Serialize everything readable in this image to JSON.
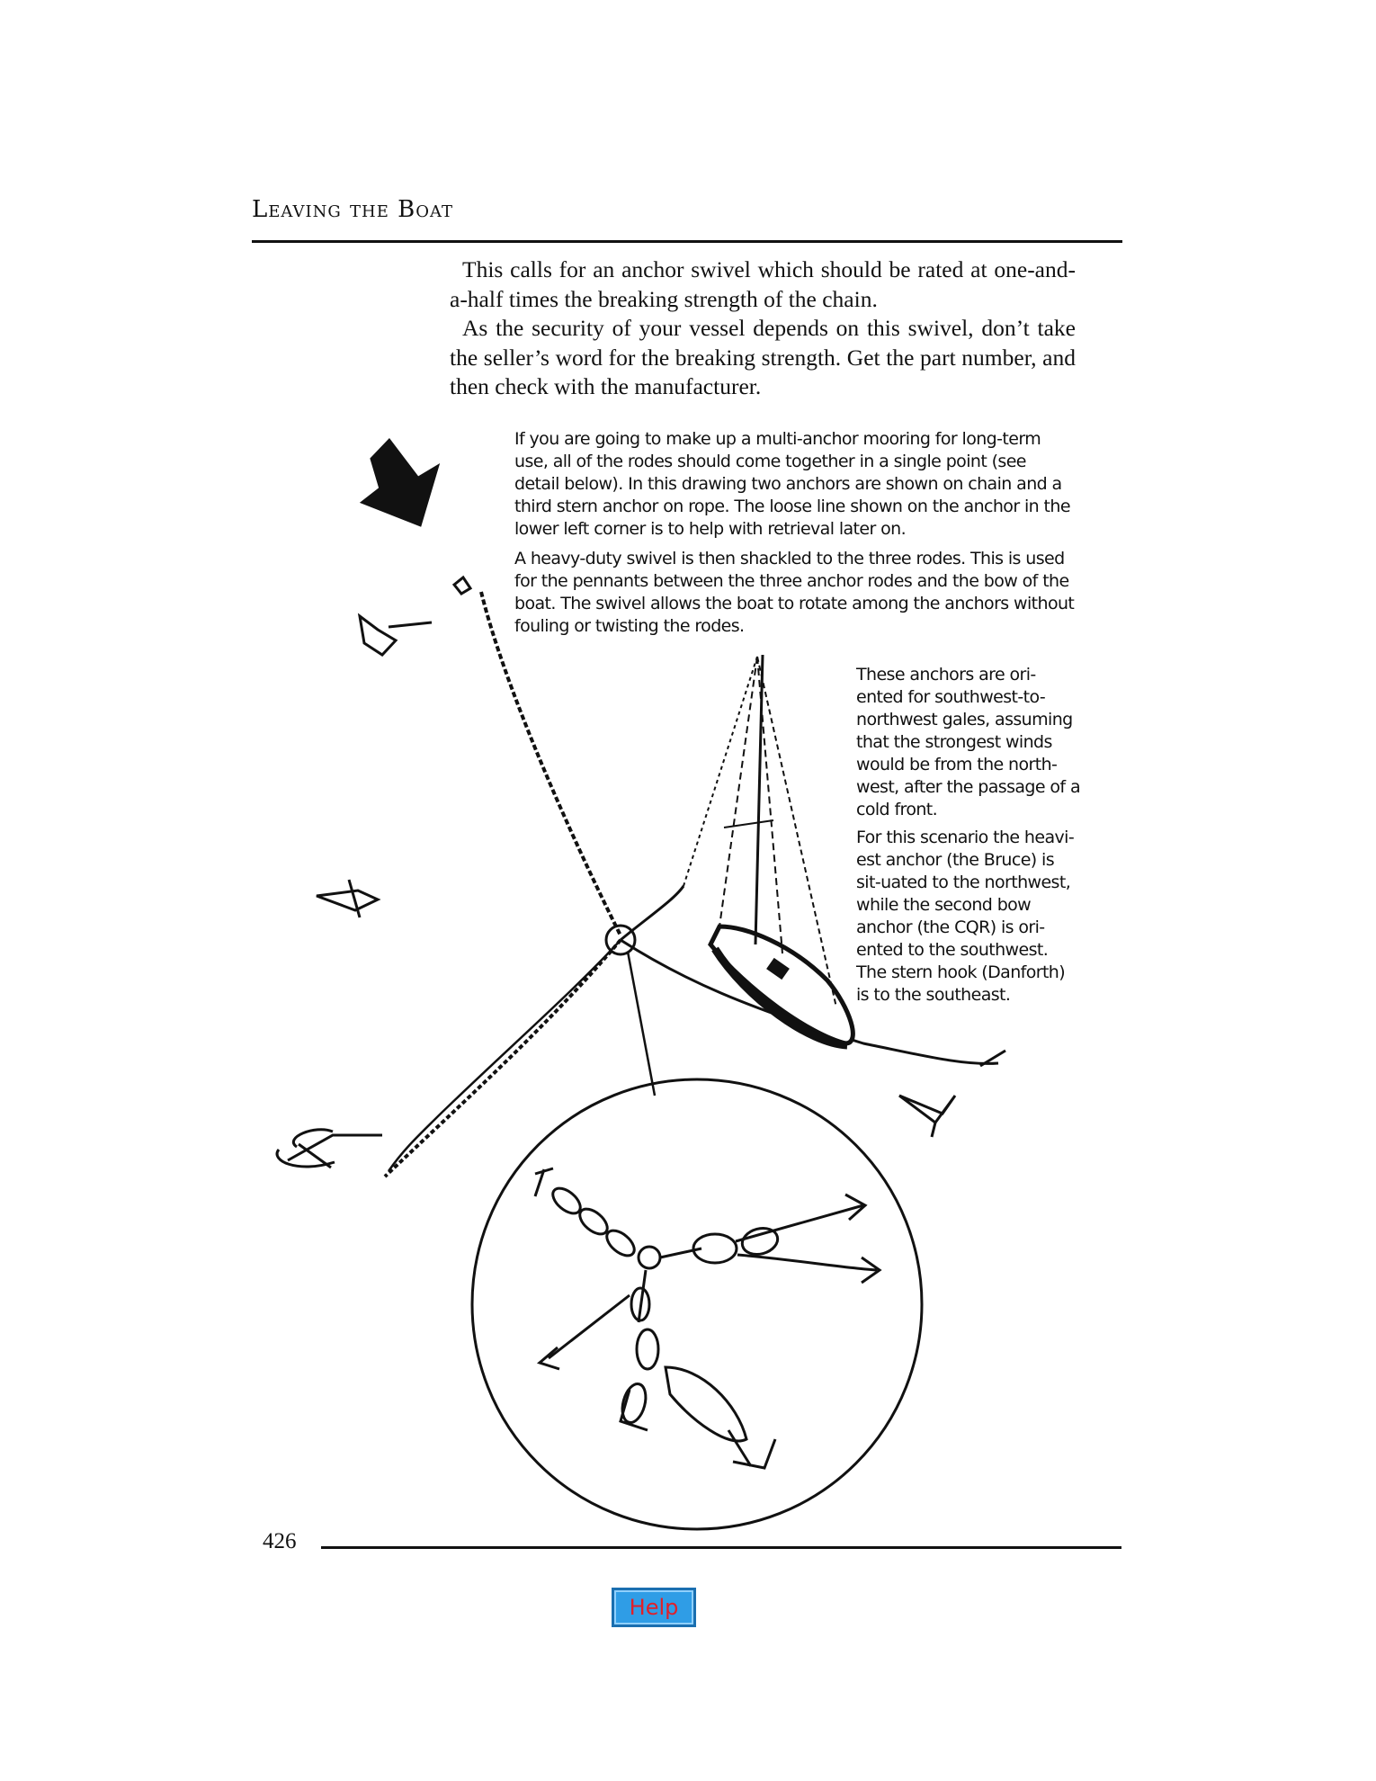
{
  "running_head": "Leaving the Boat",
  "body_paragraphs": [
    "This calls for an anchor swivel which should be rated at one-and-a-half times the breaking strength of the chain.",
    "As the security of your vessel depends on this swivel, don’t take the seller’s word for the breaking strength. Get the part number, and then check with the manufacturer."
  ],
  "caption_top": [
    "If you are going to make up a multi-anchor mooring for long-term use, all of the rodes should come together in a single point (see detail below). In this drawing two anchors are shown on chain and a third stern anchor on rope. The loose line shown on the anchor in the lower left corner is to help with retrieval later on.",
    "A heavy-duty swivel is then shackled to the three rodes. This is used for the pennants between the three anchor rodes and the bow of the boat. The swivel allows the boat to rotate among the anchors without fouling or twisting the rodes."
  ],
  "caption_side": [
    "These anchors are ori-ented for southwest-to-northwest gales, assuming that the strongest winds would be from the north-west, after the passage of a cold front.",
    "For this scenario the heavi-est anchor (the Bruce) is sit-uated to the northwest, while the second bow anchor (the CQR) is ori-ented to the southwest. The stern hook (Danforth) is to the southeast."
  ],
  "page_number": "426",
  "help_button": "Help",
  "colors": {
    "help_bg": "#2f9de6",
    "help_text": "#e0202a"
  }
}
